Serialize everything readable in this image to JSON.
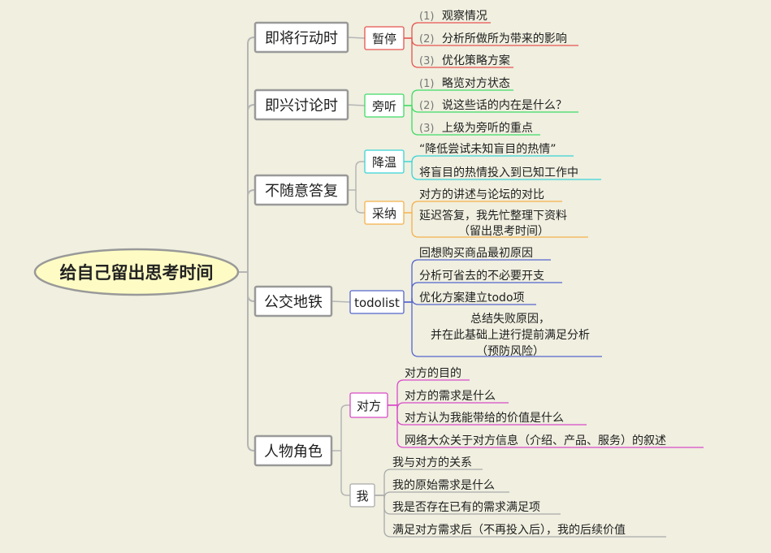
{
  "root": {
    "title": "给自己留出思考时间"
  },
  "colors": {
    "red": "#e5544f",
    "green": "#3fdc66",
    "cyan": "#38d4d6",
    "orange": "#f5b04a",
    "blue": "#5566cc",
    "magenta": "#d84ac8",
    "gray": "#aaaaaa"
  },
  "topics": [
    {
      "label": "即将行动时",
      "sub": [
        {
          "label": "暂停",
          "color": "red",
          "leaves": [
            {
              "num": "(1)",
              "text": "观察情况"
            },
            {
              "num": "(2)",
              "text": "分析所做所为带来的影响"
            },
            {
              "num": "(3)",
              "text": "优化策略方案"
            }
          ]
        }
      ]
    },
    {
      "label": "即兴讨论时",
      "sub": [
        {
          "label": "旁听",
          "color": "green",
          "leaves": [
            {
              "num": "(1)",
              "text": "略览对方状态"
            },
            {
              "num": "(2)",
              "text": "说这些话的内在是什么？"
            },
            {
              "num": "(3)",
              "text": "上级为旁听的重点"
            }
          ]
        }
      ]
    },
    {
      "label": "不随意答复",
      "sub": [
        {
          "label": "降温",
          "color": "cyan",
          "leaves": [
            {
              "num": "",
              "text": "“降低尝试未知盲目的热情”"
            },
            {
              "num": "",
              "text": "将盲目的热情投入到已知工作中"
            }
          ]
        },
        {
          "label": "采纳",
          "color": "orange",
          "leaves": [
            {
              "num": "",
              "text": "对方的讲述与论坛的对比"
            },
            {
              "num": "",
              "text": "延迟答复，我先忙整理下资料",
              "line2": "（留出思考时间）"
            }
          ]
        }
      ]
    },
    {
      "label": "公交地铁",
      "sub": [
        {
          "label": "todolist",
          "color": "blue",
          "leaves": [
            {
              "num": "",
              "text": "回想购买商品最初原因"
            },
            {
              "num": "",
              "text": "分析可省去的不必要开支"
            },
            {
              "num": "",
              "text": "优化方案建立todo项"
            },
            {
              "num": "",
              "text": "总结失败原因，",
              "line2": "并在此基础上进行提前满足分析",
              "line3": "（预防风险）"
            }
          ]
        }
      ]
    },
    {
      "label": "人物角色",
      "sub": [
        {
          "label": "对方",
          "color": "magenta",
          "leaves": [
            {
              "num": "",
              "text": "对方的目的"
            },
            {
              "num": "",
              "text": "对方的需求是什么"
            },
            {
              "num": "",
              "text": "对方认为我能带给的价值是什么"
            },
            {
              "num": "",
              "text": "网络大众关于对方信息（介绍、产品、服务）的叙述"
            }
          ]
        },
        {
          "label": "我",
          "color": "gray",
          "leaves": [
            {
              "num": "",
              "text": "我与对方的关系"
            },
            {
              "num": "",
              "text": "我的原始需求是什么"
            },
            {
              "num": "",
              "text": "我是否存在已有的需求满足项"
            },
            {
              "num": "",
              "text": "满足对方需求后（不再投入后），我的后续价值"
            }
          ]
        }
      ]
    }
  ]
}
